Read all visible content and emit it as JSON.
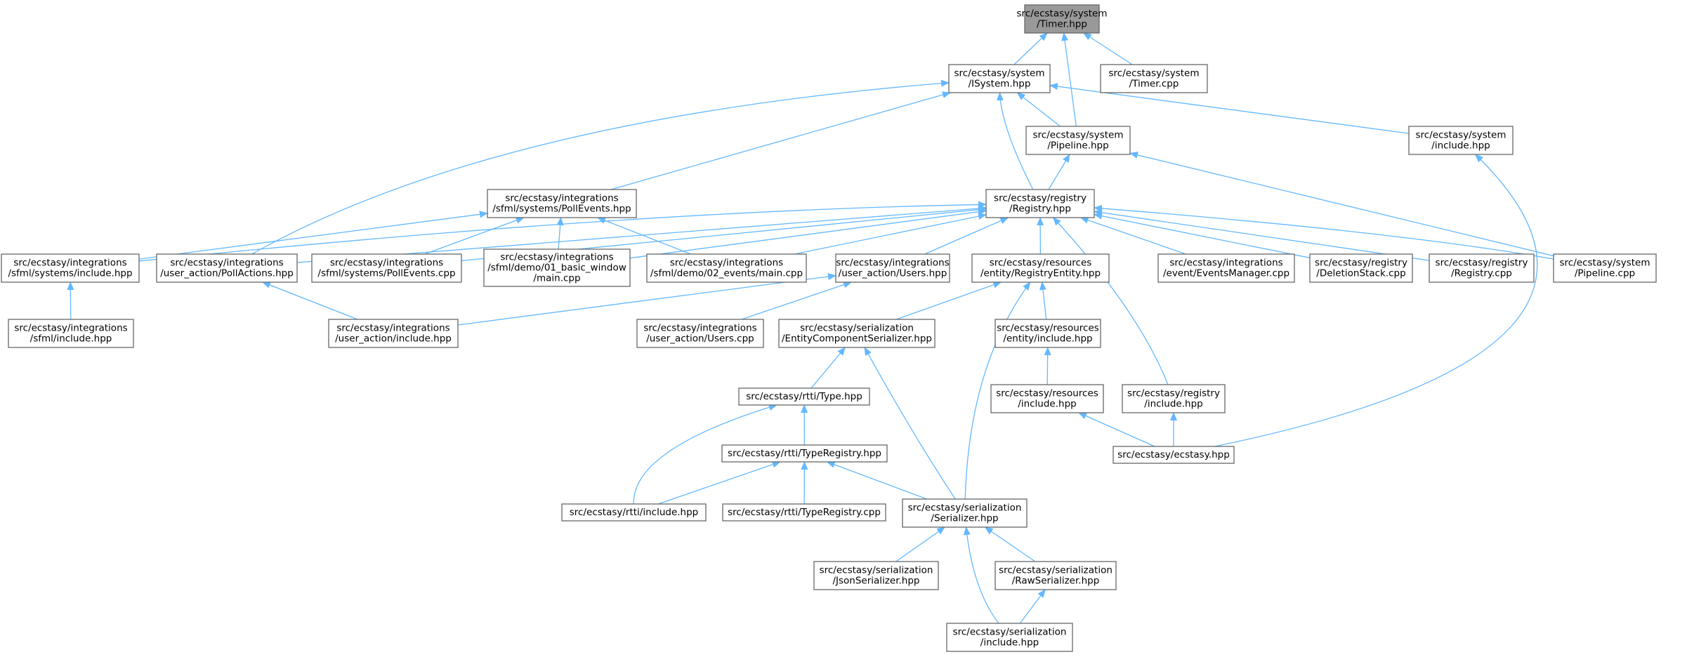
{
  "diagram": {
    "type": "include-dependency-graph",
    "colors": {
      "edge": "#63b8ff",
      "node_fill": "#ffffff",
      "root_fill": "#999999",
      "node_border": "#666666",
      "text": "#000000"
    },
    "nodes": [
      {
        "id": "n0",
        "lines": [
          "src/ecstasy/system",
          "/Timer.hpp"
        ],
        "root": true
      },
      {
        "id": "n1",
        "lines": [
          "src/ecstasy/system",
          "/ISystem.hpp"
        ]
      },
      {
        "id": "n2",
        "lines": [
          "src/ecstasy/system",
          "/Timer.cpp"
        ]
      },
      {
        "id": "n3",
        "lines": [
          "src/ecstasy/system",
          "/Pipeline.hpp"
        ]
      },
      {
        "id": "n4",
        "lines": [
          "src/ecstasy/system",
          "/include.hpp"
        ]
      },
      {
        "id": "n5",
        "lines": [
          "src/ecstasy/integrations",
          "/sfml/systems/PollEvents.hpp"
        ]
      },
      {
        "id": "n6",
        "lines": [
          "src/ecstasy/registry",
          "/Registry.hpp"
        ]
      },
      {
        "id": "n7",
        "lines": [
          "src/ecstasy/integrations",
          "/sfml/systems/include.hpp"
        ]
      },
      {
        "id": "n8",
        "lines": [
          "src/ecstasy/integrations",
          "/user_action/PollActions.hpp"
        ]
      },
      {
        "id": "n9",
        "lines": [
          "src/ecstasy/integrations",
          "/sfml/systems/PollEvents.cpp"
        ]
      },
      {
        "id": "n10",
        "lines": [
          "src/ecstasy/integrations",
          "/sfml/demo/01_basic_window",
          "/main.cpp"
        ]
      },
      {
        "id": "n11",
        "lines": [
          "src/ecstasy/integrations",
          "/sfml/demo/02_events/main.cpp"
        ]
      },
      {
        "id": "n12",
        "lines": [
          "src/ecstasy/integrations",
          "/user_action/Users.hpp"
        ]
      },
      {
        "id": "n13",
        "lines": [
          "src/ecstasy/resources",
          "/entity/RegistryEntity.hpp"
        ]
      },
      {
        "id": "n14",
        "lines": [
          "src/ecstasy/integrations",
          "/event/EventsManager.cpp"
        ]
      },
      {
        "id": "n15",
        "lines": [
          "src/ecstasy/registry",
          "/DeletionStack.cpp"
        ]
      },
      {
        "id": "n16",
        "lines": [
          "src/ecstasy/registry",
          "/Registry.cpp"
        ]
      },
      {
        "id": "n17",
        "lines": [
          "src/ecstasy/system",
          "/Pipeline.cpp"
        ]
      },
      {
        "id": "n18",
        "lines": [
          "src/ecstasy/integrations",
          "/sfml/include.hpp"
        ]
      },
      {
        "id": "n19",
        "lines": [
          "src/ecstasy/integrations",
          "/user_action/include.hpp"
        ]
      },
      {
        "id": "n20",
        "lines": [
          "src/ecstasy/integrations",
          "/user_action/Users.cpp"
        ]
      },
      {
        "id": "n21",
        "lines": [
          "src/ecstasy/serialization",
          "/EntityComponentSerializer.hpp"
        ]
      },
      {
        "id": "n22",
        "lines": [
          "src/ecstasy/resources",
          "/entity/include.hpp"
        ]
      },
      {
        "id": "n23",
        "lines": [
          "src/ecstasy/rtti/Type.hpp"
        ]
      },
      {
        "id": "n24",
        "lines": [
          "src/ecstasy/resources",
          "/include.hpp"
        ]
      },
      {
        "id": "n25",
        "lines": [
          "src/ecstasy/registry",
          "/include.hpp"
        ]
      },
      {
        "id": "n26",
        "lines": [
          "src/ecstasy/rtti/TypeRegistry.hpp"
        ]
      },
      {
        "id": "n27",
        "lines": [
          "src/ecstasy/ecstasy.hpp"
        ]
      },
      {
        "id": "n28",
        "lines": [
          "src/ecstasy/rtti/include.hpp"
        ]
      },
      {
        "id": "n29",
        "lines": [
          "src/ecstasy/rtti/TypeRegistry.cpp"
        ]
      },
      {
        "id": "n30",
        "lines": [
          "src/ecstasy/serialization",
          "/Serializer.hpp"
        ]
      },
      {
        "id": "n31",
        "lines": [
          "src/ecstasy/serialization",
          "/JsonSerializer.hpp"
        ]
      },
      {
        "id": "n32",
        "lines": [
          "src/ecstasy/serialization",
          "/RawSerializer.hpp"
        ]
      },
      {
        "id": "n33",
        "lines": [
          "src/ecstasy/serialization",
          "/include.hpp"
        ]
      }
    ],
    "edges": [
      [
        "n1",
        "n0"
      ],
      [
        "n2",
        "n0"
      ],
      [
        "n3",
        "n0"
      ],
      [
        "n3",
        "n1"
      ],
      [
        "n4",
        "n1"
      ],
      [
        "n5",
        "n1"
      ],
      [
        "n6",
        "n1"
      ],
      [
        "n8",
        "n1"
      ],
      [
        "n6",
        "n3"
      ],
      [
        "n17",
        "n3"
      ],
      [
        "n27",
        "n4"
      ],
      [
        "n7",
        "n5"
      ],
      [
        "n9",
        "n5"
      ],
      [
        "n10",
        "n5"
      ],
      [
        "n11",
        "n5"
      ],
      [
        "n7",
        "n6"
      ],
      [
        "n8",
        "n6"
      ],
      [
        "n9",
        "n6"
      ],
      [
        "n10",
        "n6"
      ],
      [
        "n11",
        "n6"
      ],
      [
        "n12",
        "n6"
      ],
      [
        "n13",
        "n6"
      ],
      [
        "n14",
        "n6"
      ],
      [
        "n15",
        "n6"
      ],
      [
        "n16",
        "n6"
      ],
      [
        "n17",
        "n6"
      ],
      [
        "n25",
        "n6"
      ],
      [
        "n18",
        "n7"
      ],
      [
        "n19",
        "n8"
      ],
      [
        "n19",
        "n12"
      ],
      [
        "n20",
        "n12"
      ],
      [
        "n21",
        "n13"
      ],
      [
        "n22",
        "n13"
      ],
      [
        "n30",
        "n13"
      ],
      [
        "n23",
        "n21"
      ],
      [
        "n30",
        "n21"
      ],
      [
        "n24",
        "n22"
      ],
      [
        "n26",
        "n23"
      ],
      [
        "n28",
        "n23"
      ],
      [
        "n27",
        "n24"
      ],
      [
        "n27",
        "n25"
      ],
      [
        "n28",
        "n26"
      ],
      [
        "n29",
        "n26"
      ],
      [
        "n30",
        "n26"
      ],
      [
        "n31",
        "n30"
      ],
      [
        "n32",
        "n30"
      ],
      [
        "n33",
        "n30"
      ],
      [
        "n33",
        "n32"
      ]
    ]
  }
}
